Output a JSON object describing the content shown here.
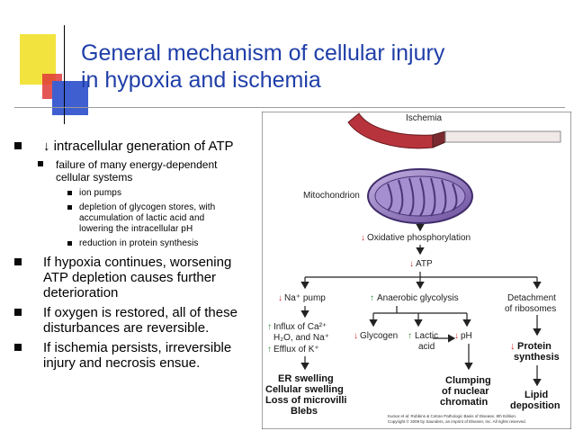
{
  "slide": {
    "title_line1": "General mechanism of cellular injury",
    "title_line2": "in hypoxia and ischemia",
    "bullets": [
      {
        "level": 1,
        "text": "↓ intracellular generation of ATP"
      },
      {
        "level": 2,
        "text": "failure of many energy-dependent cellular systems"
      },
      {
        "level": 3,
        "text": "ion pumps"
      },
      {
        "level": 3,
        "text": "depletion of glycogen stores, with accumulation of lactic acid and lowering the intracellular pH"
      },
      {
        "level": 3,
        "text": "reduction in protein synthesis"
      },
      {
        "level": 1,
        "text": "If hypoxia continues, worsening ATP depletion causes further deterioration"
      },
      {
        "level": 1,
        "text": "If oxygen is restored, all of these disturbances are reversible."
      },
      {
        "level": 1,
        "text": "If ischemia persists, irreversible injury and necrosis ensue."
      }
    ]
  },
  "diagram": {
    "ischemia": "Ischemia",
    "mitochondrion": "Mitochondrion",
    "oxphos": "Oxidative phosphorylation",
    "atp": "ATP",
    "na_pump": "Na⁺ pump",
    "anaerobic": "Anaerobic glycolysis",
    "detach_l1": "Detachment",
    "detach_l2": "of ribosomes",
    "influx_ca": "Influx of Ca²⁺",
    "influx_h2o": "H₂O, and Na⁺",
    "efflux_k": "Efflux of K⁺",
    "glycogen": "Glycogen",
    "lactic_l1": "Lactic",
    "lactic_l2": "acid",
    "ph": "pH",
    "protein_l1": "Protein",
    "protein_l2": "synthesis",
    "er_l1": "ER swelling",
    "er_l2": "Cellular swelling",
    "er_l3": "Loss of microvilli",
    "er_l4": "Blebs",
    "clump_l1": "Clumping",
    "clump_l2": "of nuclear",
    "clump_l3": "chromatin",
    "lipid_l1": "Lipid",
    "lipid_l2": "deposition",
    "credit_l1": "Kumar et al: Robbins & Cotran Pathologic Basis of Disease, 8th Edition.",
    "credit_l2": "Copyright © 2009 by Saunders, an imprint of Elsevier, Inc. All rights reserved."
  },
  "colors": {
    "title": "#1f3ea8",
    "down_arrow": "#d42a2a",
    "up_arrow": "#2e8b3a",
    "vessel": "#b8343c",
    "mito": "#8b6fb8"
  }
}
